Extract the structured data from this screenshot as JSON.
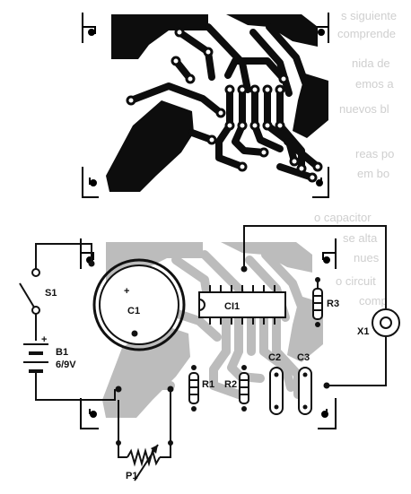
{
  "background_text": [
    "s siguiente",
    "comprende",
    "nida de",
    "emos a",
    "nuevos bl",
    "reas po",
    "em bo",
    "o capacitor",
    "se alta",
    "nues",
    "o circuit",
    "comp"
  ],
  "components": {
    "c1": "C1",
    "ci1": "CI1",
    "r1": "R1",
    "r2": "R2",
    "r3": "R3",
    "c2": "C2",
    "c3": "C3",
    "s1": "S1",
    "b1": "B1",
    "battery_voltage": "6/9V",
    "x1": "X1",
    "p1": "P1",
    "plus1": "+",
    "plus2": "+"
  }
}
